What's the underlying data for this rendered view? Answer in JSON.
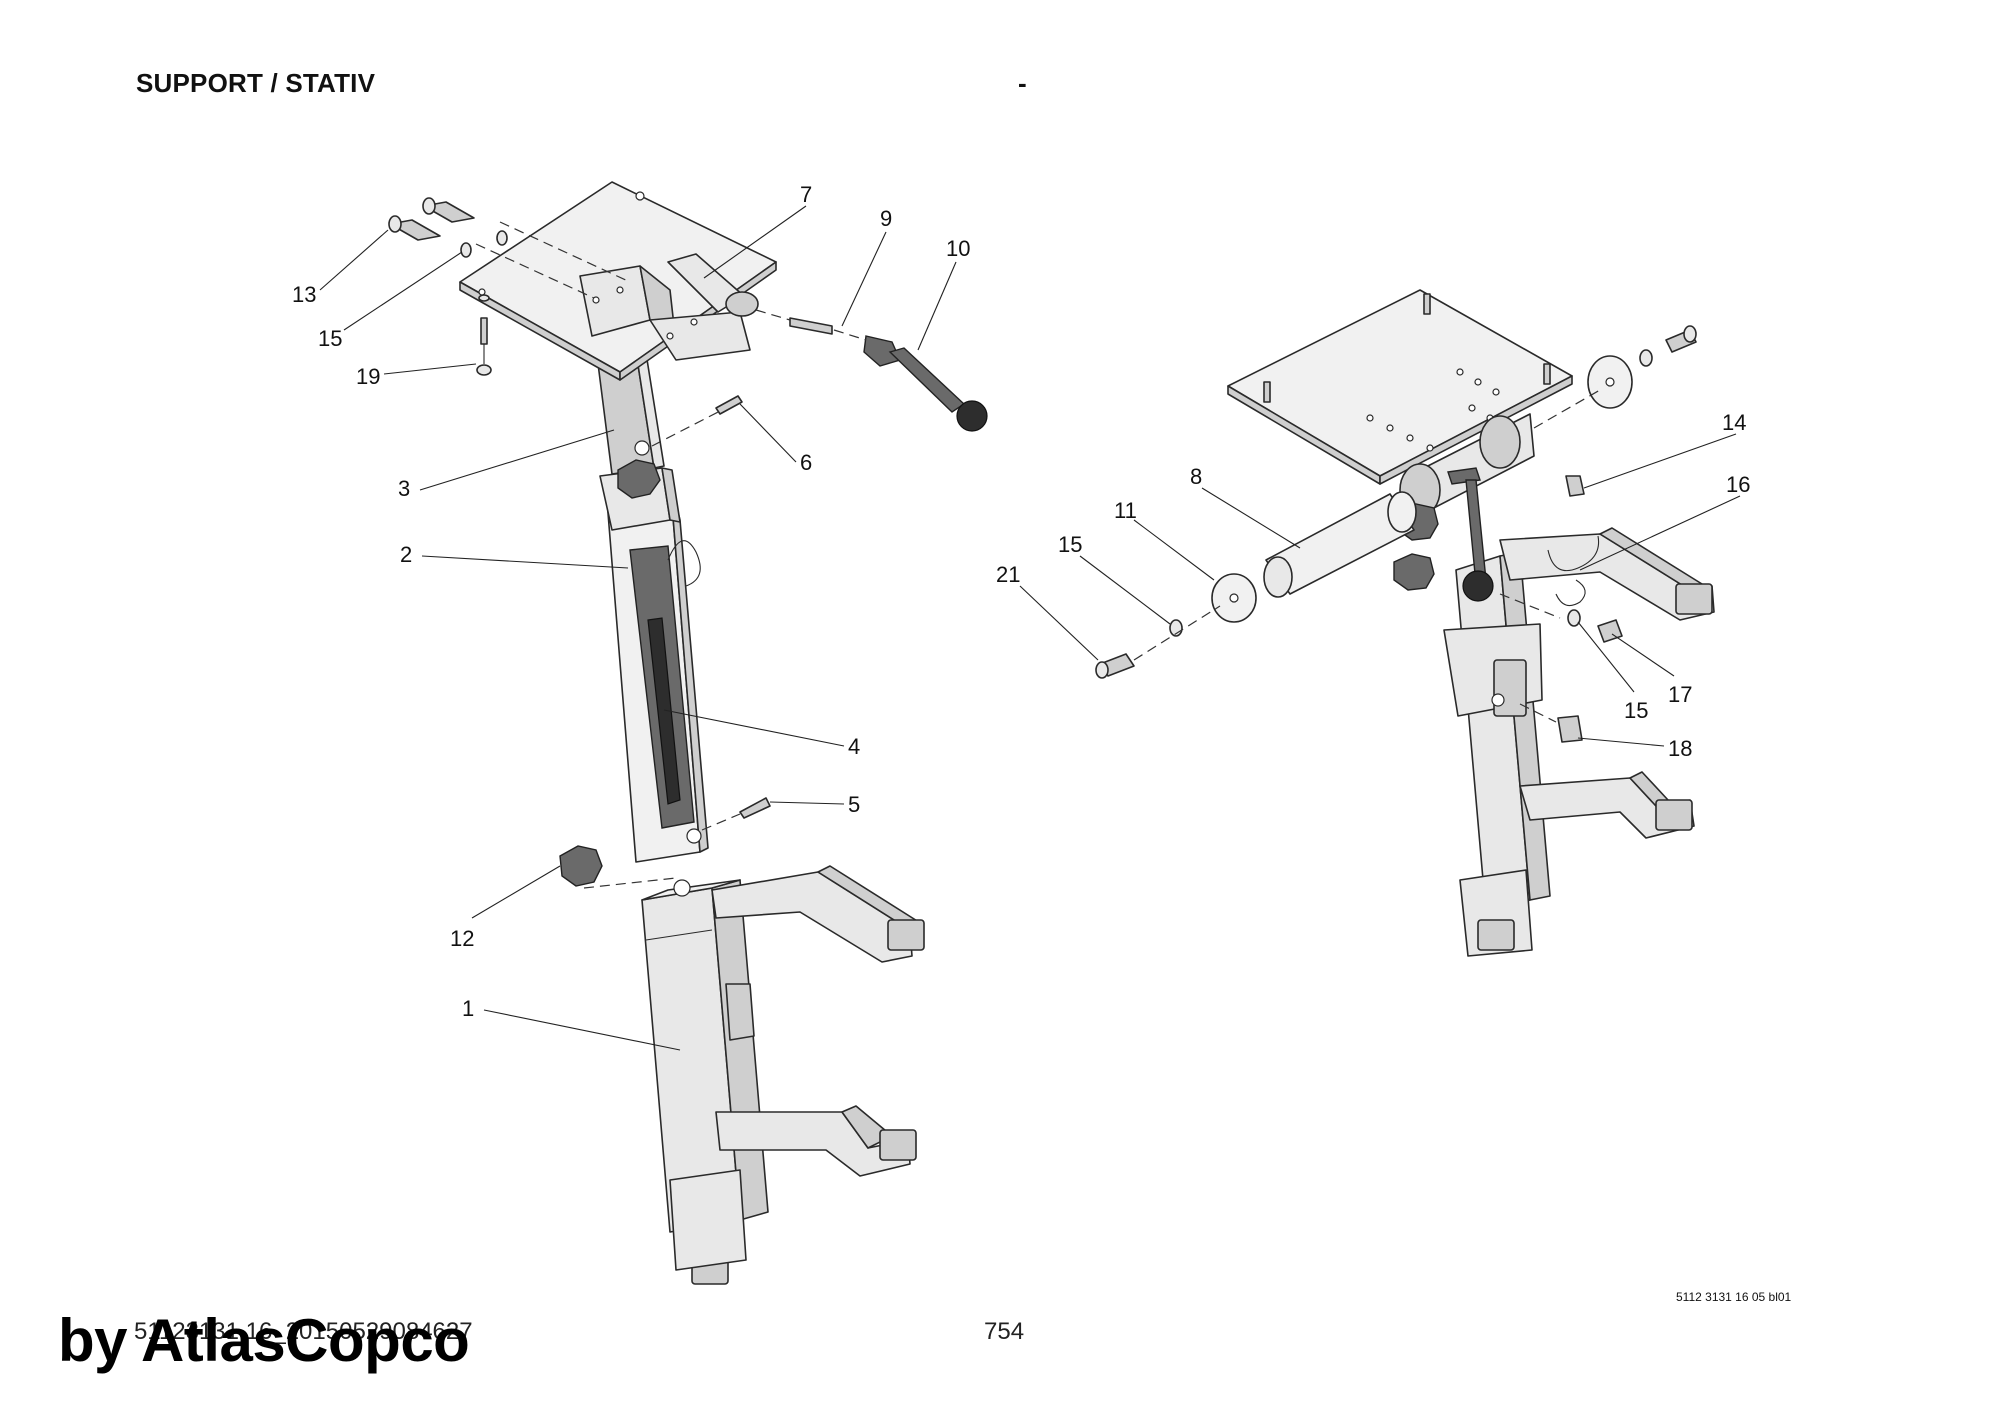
{
  "header": {
    "title": "SUPPORT / STATIV",
    "dash": "-"
  },
  "callouts": {
    "c1": "1",
    "c2": "2",
    "c3": "3",
    "c4": "4",
    "c5": "5",
    "c6": "6",
    "c7": "7",
    "c8": "8",
    "c9": "9",
    "c10": "10",
    "c11": "11",
    "c12": "12",
    "c13": "13",
    "c14": "14",
    "c15a": "15",
    "c15b": "15",
    "c15c": "15",
    "c16": "16",
    "c17": "17",
    "c18": "18",
    "c19": "19",
    "c21": "21"
  },
  "footer": {
    "drawing_code": "5112 3131 16 05 bl01",
    "document_number": "51123131 16_20150529084627",
    "page_number": "754",
    "watermark": "by AtlasCopco"
  }
}
